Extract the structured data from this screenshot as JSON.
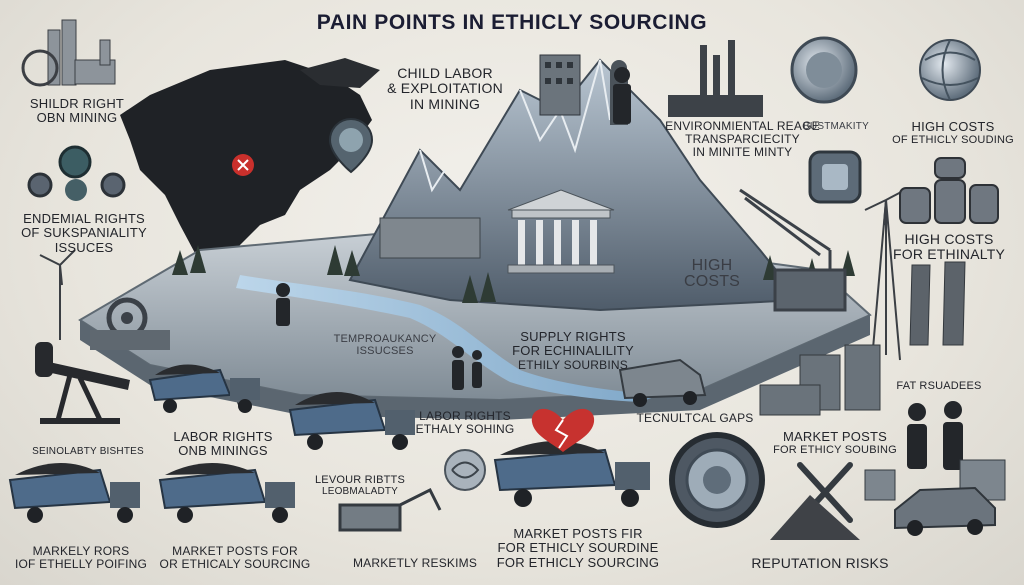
{
  "title": "PAIN POINTS IN ETHICLY SOURCING",
  "labels": {
    "shildr_1": "SHILDR RIGHT",
    "shildr_2": "OBN MINING",
    "child_1": "CHILD LABOR",
    "child_2": "& EXPLOITATION",
    "child_3": "IN MINING",
    "env_1": "ENVIRONMIENTAL REAGE",
    "env_2": "TRANSPARCIECITY",
    "env_3": "IN MINITE MINTY",
    "bustmakity": "BUSTMAKITY",
    "hc1_1": "HIGH COSTS",
    "hc1_2": "OF ETHICLY SOUDING",
    "endem_1": "ENDEMIAL RIGHTS",
    "endem_2": "OF SUKSPANIALITY",
    "endem_3": "ISSUCES",
    "hc2_1": "HIGH COSTS",
    "hc2_2": "FOR ETHINALTY",
    "high_costs_1": "HIGH",
    "high_costs_2": "COSTS",
    "temp_1": "TEMPROAUKANCY",
    "temp_2": "ISSUCSES",
    "supply_1": "SUPPLY RIGHTS",
    "supply_2": "FOR ECHINALILITY",
    "supply_3": "ETHILY SOURBINS",
    "fat": "FAT RSUADEES",
    "seino": "SEINOLABTY BISHTES",
    "labor1_1": "LABOR RIGHTS",
    "labor1_2": "ONB MININGS",
    "labor2_1": "LABOR RIGHTS",
    "labor2_2": "ETHALY SOHING",
    "tech": "TECNULTCAL GAPS",
    "market1_1": "MARKET POSTS",
    "market1_2": "FOR ETHICY SOUBING",
    "levour_1": "LEVOUR RIBTTS",
    "levour_2": "LEOBMALADTY",
    "marketly_rors_1": "MARKELY RORS",
    "marketly_rors_2": "IOF ETHELLY POIFING",
    "market2_1": "MARKET POSTS FOR",
    "market2_2": "OR ETHICALY SOURCING",
    "marketly_reskims": "MARKETLY RESKIMS",
    "market3_1": "MARKET POSTS FIR",
    "market3_2": "FOR ETHICLY SOURDINE",
    "market3_3": "FOR ETHICLY SOURCING",
    "reputation": "REPUTATION RISKS"
  },
  "icons": [
    "world-map",
    "mountain-mine",
    "government-building",
    "dump-truck",
    "excavator",
    "crane",
    "wind-turbine",
    "oil-pump",
    "cooling-tower",
    "gear",
    "globe",
    "stacked-coins",
    "broken-heart",
    "person",
    "car"
  ]
}
